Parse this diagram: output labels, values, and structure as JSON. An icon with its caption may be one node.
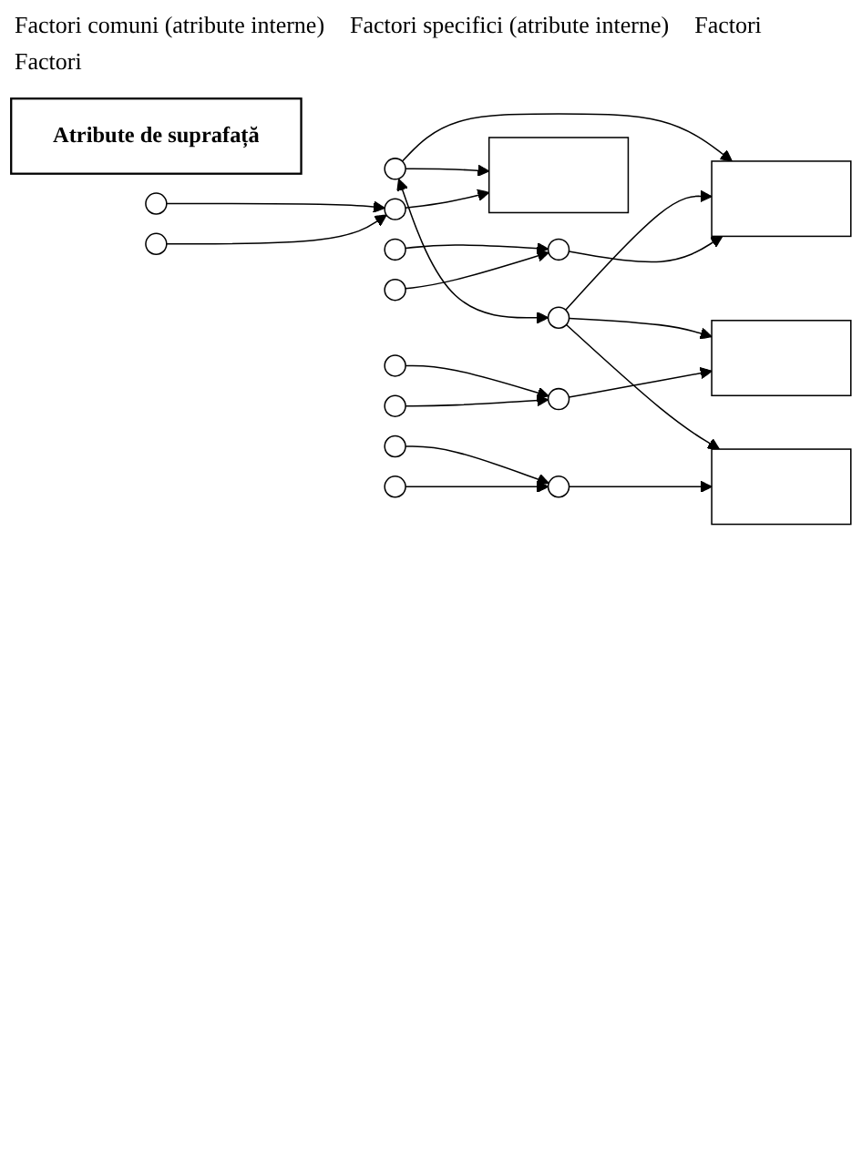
{
  "diagram": {
    "nodes": [
      {
        "text": [
          "Atribute de suprafață"
        ]
      },
      {
        "text": [],
        "shape": "circle"
      },
      {
        "text": [],
        "shape": "circle"
      },
      {
        "text": [],
        "shape": "box"
      },
      {
        "text": [],
        "shape": "box"
      },
      {
        "text": [],
        "shape": "box"
      },
      {
        "text": [],
        "shape": "box"
      },
      {
        "text": [],
        "shape": "circle"
      },
      {
        "text": [],
        "shape": "circle"
      },
      {
        "text": [],
        "shape": "circle"
      },
      {
        "text": [],
        "shape": "circle"
      },
      {
        "text": [],
        "shape": "circle"
      },
      {
        "text": [],
        "shape": "circle"
      },
      {
        "text": [],
        "shape": "circle"
      },
      {
        "text": [],
        "shape": "circle"
      },
      {
        "text": [],
        "shape": "circle"
      },
      {
        "text": [],
        "shape": "circle"
      },
      {
        "text": [],
        "shape": "circle"
      },
      {
        "text": [],
        "shape": "circle"
      }
    ],
    "edges": [
      {
        "from": 1,
        "to": 3,
        "arrow": "to"
      },
      {
        "from": 1,
        "to": 4,
        "arrow": "to"
      },
      {
        "from": 1,
        "to": 2,
        "arrow": "both"
      },
      {
        "from": 2,
        "to": 4,
        "arrow": "to"
      },
      {
        "from": 2,
        "to": 5,
        "arrow": "to"
      },
      {
        "from": 2,
        "to": 6,
        "arrow": "to"
      },
      {
        "from": 7,
        "to": 11,
        "arrow": "to"
      },
      {
        "from": 8,
        "to": 12,
        "arrow": "to"
      },
      {
        "from": 9,
        "to": 13,
        "arrow": "to"
      },
      {
        "from": 10,
        "to": 14,
        "arrow": "to"
      },
      {
        "from": 15,
        "to": 11,
        "arrow": "to"
      },
      {
        "from": 16,
        "to": 12,
        "arrow": "to"
      },
      {
        "from": 17,
        "to": 13,
        "arrow": "to"
      },
      {
        "from": 18,
        "to": 14,
        "arrow": "to"
      },
      {
        "from": 11,
        "to": 3,
        "arrow": "to"
      },
      {
        "from": 12,
        "to": 4,
        "arrow": "to"
      },
      {
        "from": 13,
        "to": 5,
        "arrow": "to"
      },
      {
        "from": 14,
        "to": 6,
        "arrow": "to"
      }
    ],
    "labels": [
      "Factori comuni (atribute interne)",
      "Factori specifici (atribute interne)",
      "Factori",
      "Factori"
    ]
  }
}
